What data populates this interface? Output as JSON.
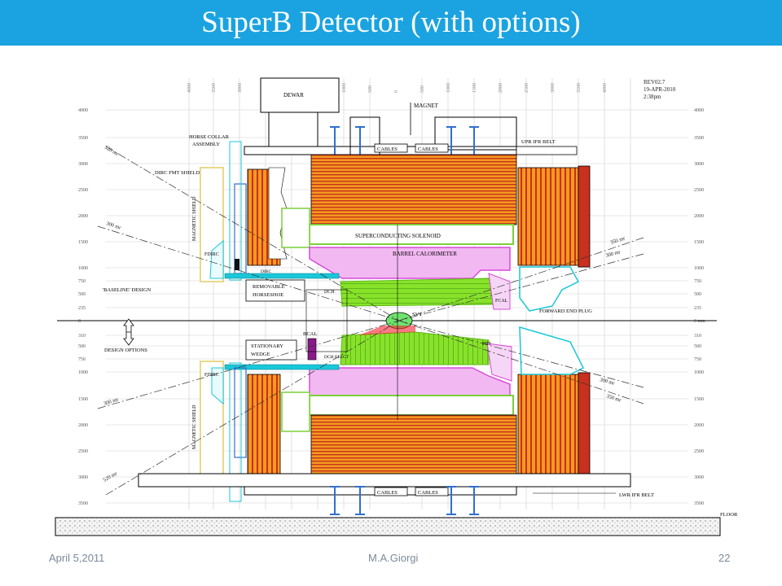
{
  "slide": {
    "title": "SuperB Detector (with options)",
    "footer_date": "April 5,2011",
    "footer_author": "M.A.Giorgi",
    "page_number": "22"
  },
  "diagram": {
    "revision": "REV02.7",
    "rev_date": "19-APR-2010",
    "rev_time": "2:38pm",
    "labels": {
      "dewar": "DEWAR",
      "magnet": "MAGNET",
      "horse_collar_1": "HORSE COLLAR",
      "horse_collar_2": "ASSEMBLY",
      "dirc_fmt_shield": "DIRC FMT SHIELD",
      "upr_ifr_belt": "UPR IFR BELT",
      "cables": "CABLES",
      "superconducting_solenoid": "SUPERCONDUCTING SOLENOID",
      "barrel_calorimeter": "BARREL CALORIMETER",
      "magnetic_shield": "MAGNETIC SHIELD",
      "fdirc": "FDIRC",
      "dirc": "DIRC",
      "removable_horseshoe_1": "REMOVABLE",
      "removable_horseshoe_2": "HORSESHOE",
      "dch": "DCH",
      "fcal": "FCAL",
      "svt": "SVT",
      "forward_end_plug": "FORWARD END PLUG",
      "baseline_design": "'BASELINE' DESIGN",
      "design_options": "DESIGN OPTIONS",
      "stationary_wedge_1": "STATIONARY",
      "stationary_wedge_2": "WEDGE",
      "bcal": "BCAL",
      "dch_elect": "DCH ELECT",
      "pid": "PID",
      "lwr_ifr_belt": "LWR IFR BELT",
      "floor": "FLOOR",
      "angle_520": "520 mr",
      "angle_300": "300 mr",
      "angle_350": "350 mr"
    },
    "scale_left": [
      "4000",
      "3500",
      "3000",
      "2500",
      "2000",
      "1500",
      "1000",
      "750",
      "500",
      "235",
      "0",
      "310",
      "500",
      "750",
      "1000",
      "1500",
      "2000",
      "2500",
      "3000",
      "3500"
    ],
    "scale_right": [
      "4000",
      "3500",
      "3000",
      "2500",
      "2000",
      "1500",
      "1000",
      "750",
      "500",
      "235",
      "0 mm",
      "310",
      "500",
      "750",
      "1000",
      "1500",
      "2000",
      "2500",
      "3000",
      "3500"
    ],
    "scale_top": [
      "4000",
      "3500",
      "3000",
      "2500",
      "2000",
      "1500",
      "1000",
      "500",
      "0",
      "500",
      "1000",
      "1500",
      "2000",
      "2500",
      "3000",
      "3500",
      "4000"
    ],
    "colors": {
      "header": "#1aa3e0",
      "ifr_orange": "#f39a1e",
      "ifr_red": "#c9301e",
      "solenoid_green": "#7ccf3c",
      "calorimeter_magenta": "#d84cd8",
      "dch_lime": "#88e22a",
      "cyan": "#19c7d8",
      "blue": "#2f6fcf"
    }
  }
}
